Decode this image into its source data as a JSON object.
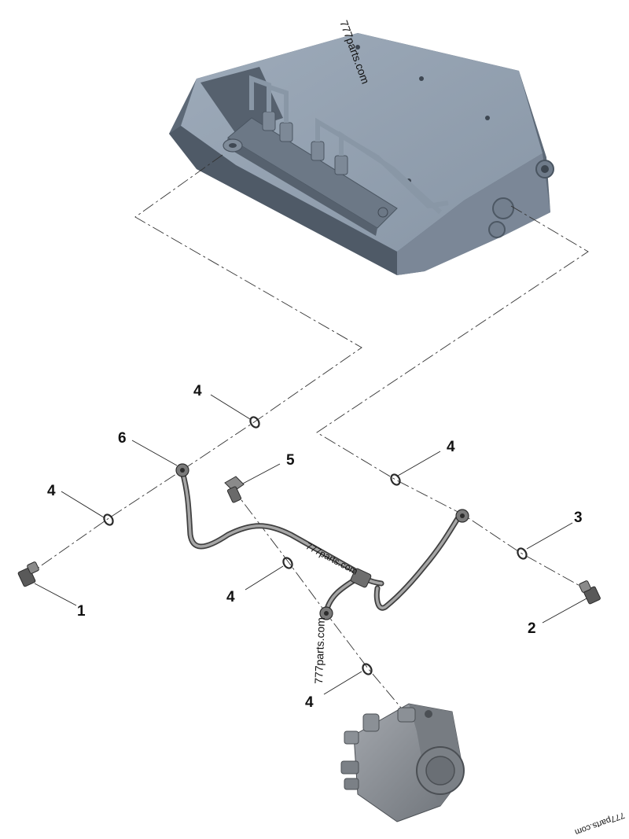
{
  "callouts": {
    "c1": "1",
    "c2": "2",
    "c3": "3",
    "c4a": "4",
    "c4b": "4",
    "c4c": "4",
    "c4d": "4",
    "c4e": "4",
    "c5": "5",
    "c6": "6"
  },
  "watermarks": {
    "top": "777parts.com",
    "middle": "777parts.com",
    "side": "777parts.com",
    "corner": "777parts.com"
  },
  "colors": {
    "housing": "#8d9aaa",
    "housing_dark": "#5e6a78",
    "pipe": "#6b6b6b",
    "pump": "#8a8e94"
  }
}
